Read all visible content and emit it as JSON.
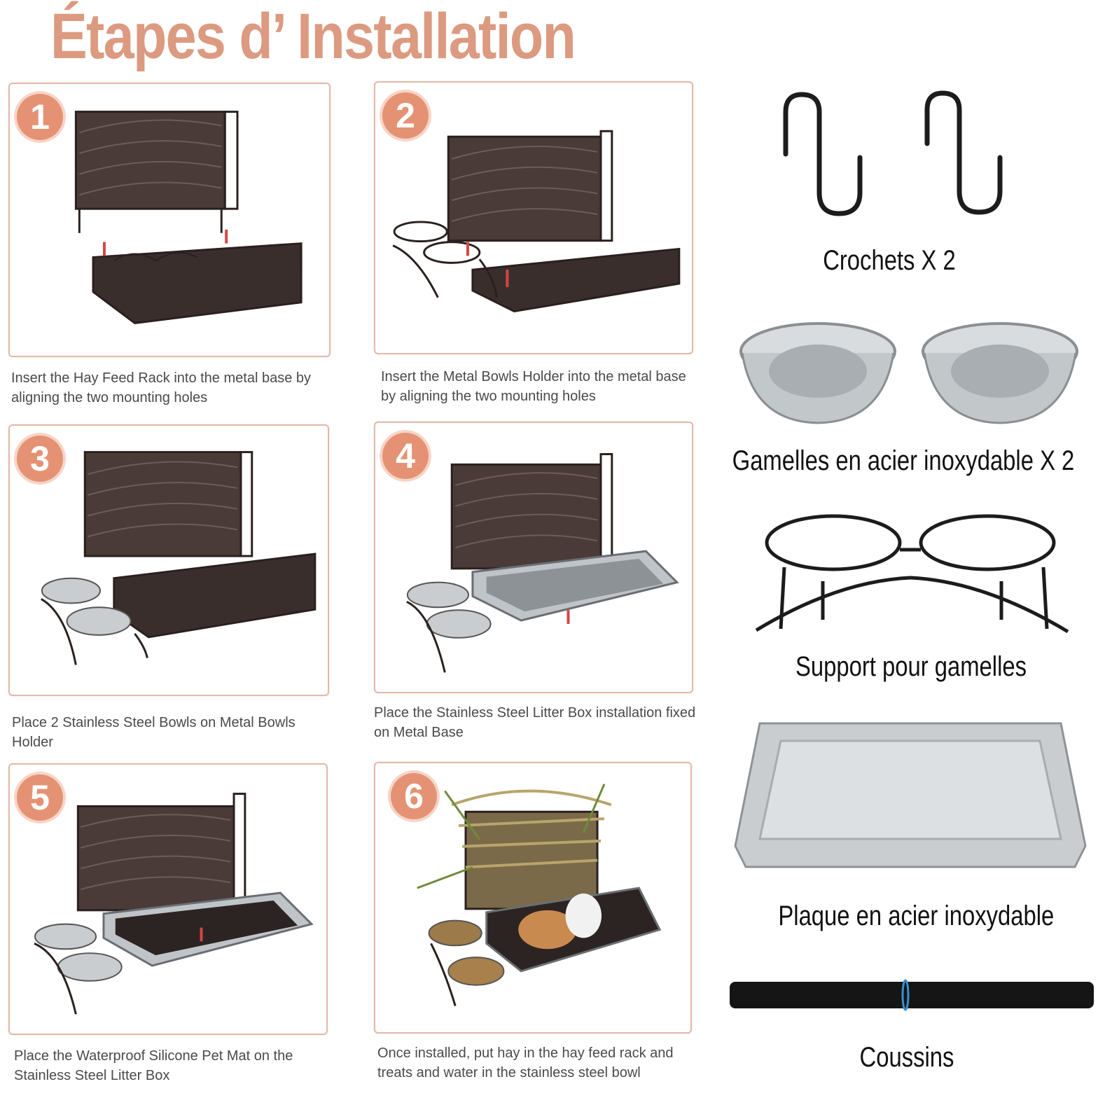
{
  "title": "Étapes d’ Installation",
  "colors": {
    "accent": "#dc9a80",
    "badge": "#e59274",
    "border": "#e3b9aa",
    "metal": "#3a2e2c",
    "steel": "#cfd3d6"
  },
  "steps": [
    {
      "number": "1",
      "caption": "Insert the Hay Feed Rack into the metal base by aligning the two mounting holes"
    },
    {
      "number": "2",
      "caption": "Insert the Metal Bowls Holder into the metal base by aligning the two mounting holes"
    },
    {
      "number": "3",
      "caption": "Place 2 Stainless Steel Bowls on Metal Bowls Holder"
    },
    {
      "number": "4",
      "caption": "Place the Stainless Steel Litter Box installation fixed on Metal Base"
    },
    {
      "number": "5",
      "caption": "Place the Waterproof Silicone Pet Mat on the Stainless Steel Litter Box"
    },
    {
      "number": "6",
      "caption": "Once installed, put hay in the hay feed rack and treats and water in the stainless steel bowl"
    }
  ],
  "parts": [
    {
      "label": "Crochets X 2",
      "icon": "hook-icon"
    },
    {
      "label": "Gamelles en acier inoxydable X 2",
      "icon": "bowl-icon"
    },
    {
      "label": "Support pour gamelles",
      "icon": "bowl-stand-icon"
    },
    {
      "label": "Plaque en acier inoxydable",
      "icon": "steel-tray-icon"
    },
    {
      "label": "Coussins",
      "icon": "mat-roll-icon"
    }
  ]
}
